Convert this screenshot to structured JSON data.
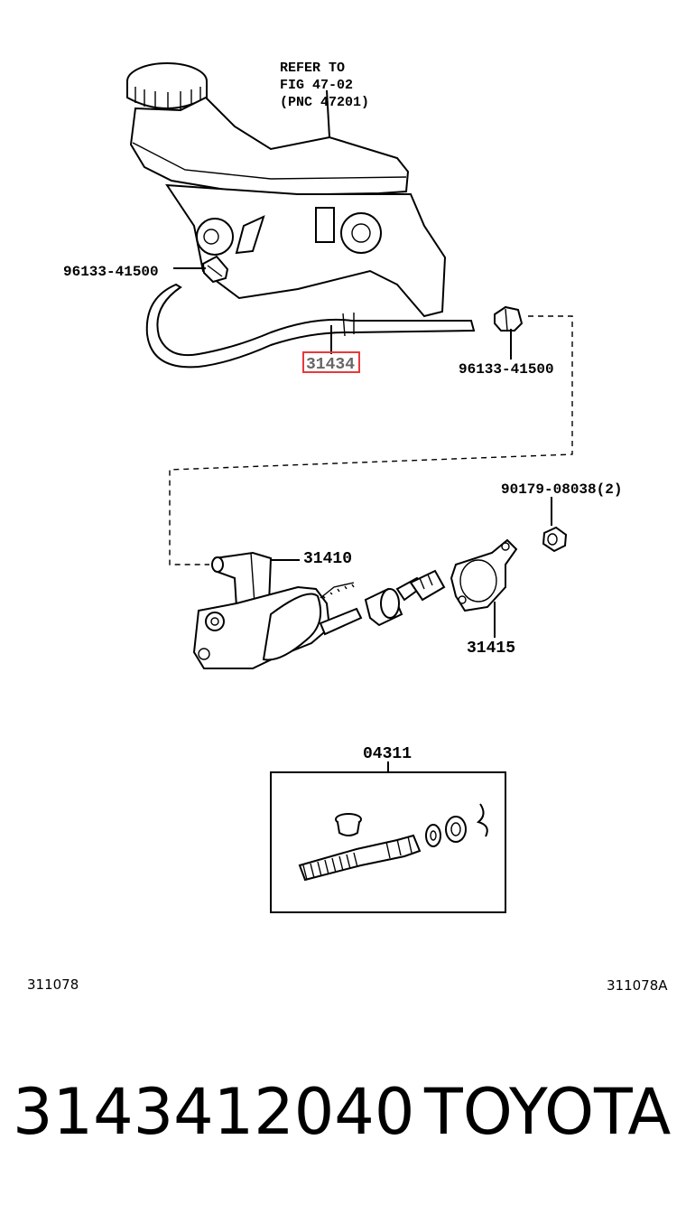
{
  "callouts": {
    "refer_line1": "REFER TO",
    "refer_line2": "FIG 47-02",
    "refer_line3": "(PNC 47201)",
    "clip_left": "96133-41500",
    "clip_right": "96133-41500",
    "hose": "31434",
    "nut": "90179-08038(2)",
    "master_cylinder": "31410",
    "gasket": "31415",
    "kit": "04311"
  },
  "figure_codes": {
    "left": "311078",
    "right": "311078A"
  },
  "footer": {
    "part_number": "3143412040",
    "brand": "TOYOTA"
  },
  "colors": {
    "highlight": "#e8393a",
    "ink": "#000000"
  }
}
